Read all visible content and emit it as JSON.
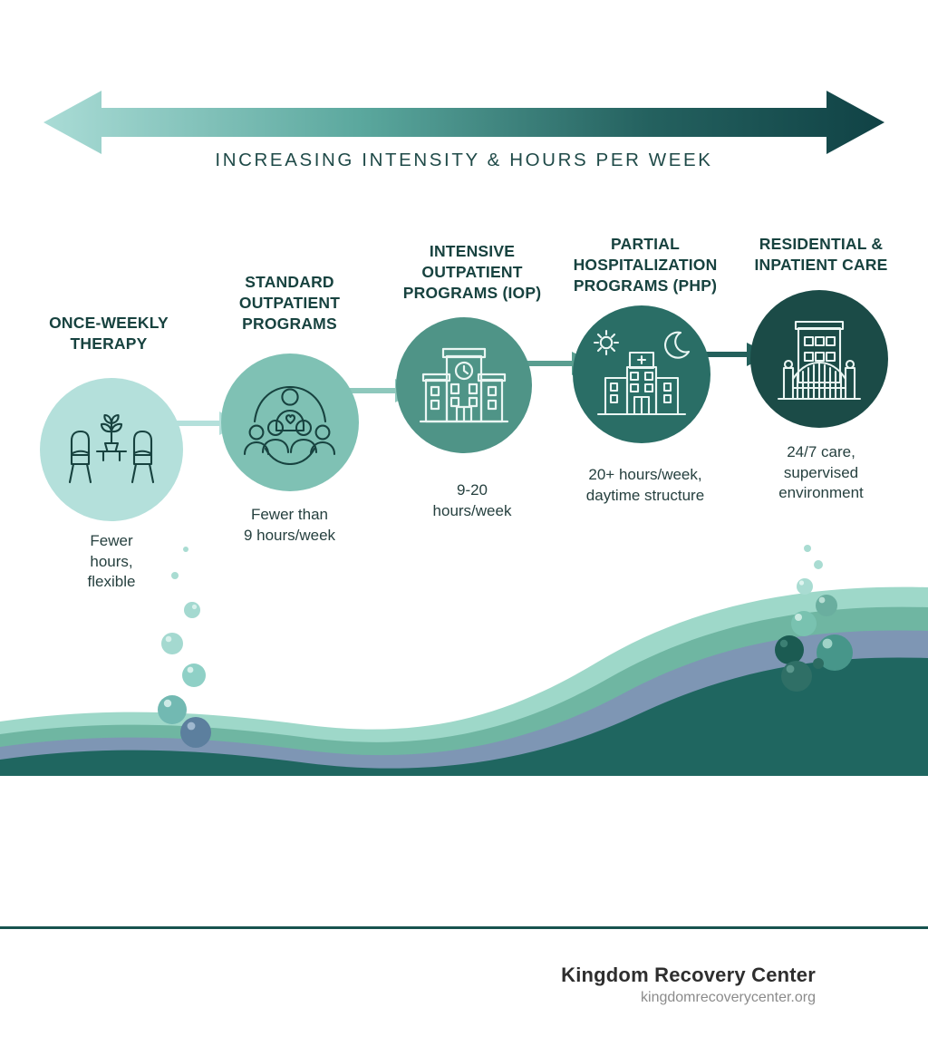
{
  "header": {
    "caption": "INCREASING INTENSITY & HOURS PER WEEK",
    "arrow_gradient_start": "#aadcd6",
    "arrow_gradient_end": "#13474a"
  },
  "stages": [
    {
      "title": "ONCE-WEEKLY\nTHERAPY",
      "caption": "Fewer\nhours,\nflexible",
      "color": "#b4e0db",
      "icon": "two-armchairs-with-plant-icon",
      "icon_stroke": "#17423f"
    },
    {
      "title": "STANDARD\nOUTPATIENT\nPROGRAMS",
      "caption": "Fewer than\n9 hours/week",
      "color": "#7fc1b4",
      "icon": "group-therapy-people-icon",
      "icon_stroke": "#17423f"
    },
    {
      "title": "INTENSIVE\nOUTPATIENT\nPROGRAMS (IOP)",
      "caption": "9-20\nhours/week",
      "color": "#4f9487",
      "icon": "clinic-building-with-clock-icon",
      "icon_stroke": "#eaf6f3"
    },
    {
      "title": "PARTIAL\nHOSPITALIZATION\nPROGRAMS (PHP)",
      "caption": "20+ hours/week,\ndaytime structure",
      "color": "#2a6e66",
      "icon": "hospital-with-sun-and-moon-icon",
      "icon_stroke": "#eaf6f3"
    },
    {
      "title": "RESIDENTIAL &\nINPATIENT CARE",
      "caption": "24/7 care,\nsupervised\nenvironment",
      "color": "#1b4b47",
      "icon": "residential-building-with-gate-icon",
      "icon_stroke": "#eaf6f3"
    }
  ],
  "waves": {
    "layer_mint": "#9ed8c9",
    "layer_green": "#6fb6a2",
    "layer_slate": "#7e96b4",
    "layer_dark": "#1f6660",
    "layer_darkest": "#206a64"
  },
  "footer": {
    "brand": "Kingdom Recovery Center",
    "url": "kingdomrecoverycenter.org",
    "rule_color": "#17534f"
  }
}
